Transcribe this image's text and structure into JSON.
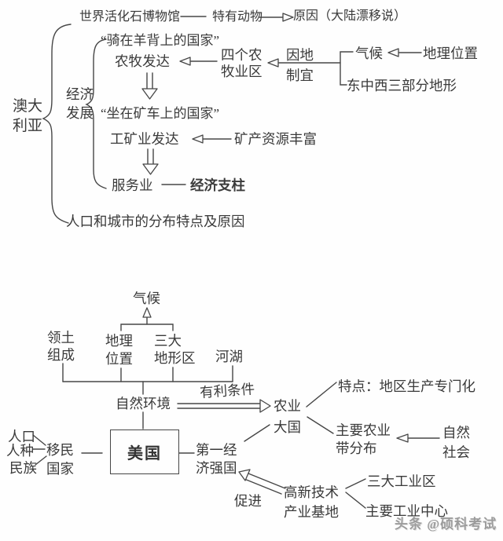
{
  "aus": {
    "root": "澳大\n利亚",
    "museum": "世界活化石博物馆",
    "animals": "特有动物",
    "reason": "原因（大陆漂移说）",
    "econ_dev": "经济\n发展",
    "sheep_quote": "“骑在羊背上的国家”",
    "agri": "农牧发达",
    "four_zones": "四个农\n牧业区",
    "adapt": "因地\n制宜",
    "climate": "气候",
    "location": "地理位置",
    "terrain": "东中西三部分地形",
    "mine_quote": "“坐在矿车上的国家”",
    "mining": "工矿业发达",
    "minerals": "矿产资源丰富",
    "service": "服务业",
    "pillar": "经济支柱",
    "pop_city": "人口和城市的分布特点及原因"
  },
  "usa": {
    "climate": "气候",
    "territory": "领土\n组成",
    "location": "地理\n位置",
    "landforms": "三大\n地形区",
    "rivers": "河湖",
    "environment": "自然环境",
    "favorable": "有利条件",
    "agri_power": "农业\n大国",
    "feature": "特点：地区生产专门化",
    "agri_belts": "主要农业\n带分布",
    "natural_social": "自然\n社会",
    "population": "人口",
    "race": "人种",
    "ethnicity": "民族",
    "immigrant": "移民\n国家",
    "country": "美国",
    "first_economy": "第一经\n济强国",
    "promote": "促进",
    "hightech": "高新技术\n产业基地",
    "industrial_zones": "三大工业区",
    "industrial_centers": "主要工业中心"
  },
  "watermark": "头条 @硕科考试",
  "colors": {
    "ink": "#3a3a3a",
    "line": "#464646",
    "watermark": "#9c9c9c",
    "background": "#fefefe"
  }
}
